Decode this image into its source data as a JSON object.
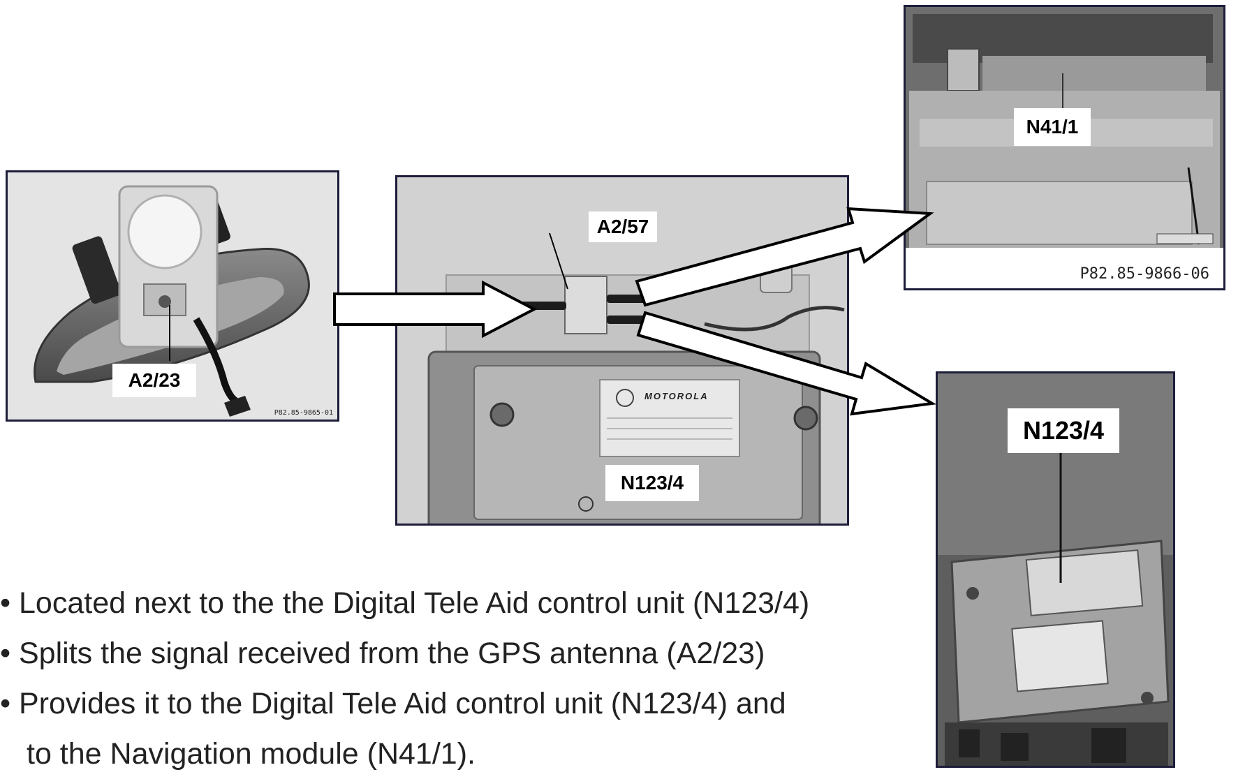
{
  "photos": {
    "mirror": {
      "label": "A2/23",
      "code": "P82.85-9865-01"
    },
    "splitter": {
      "labels": {
        "top": "A2/57",
        "bottom": "N123/4"
      },
      "brand": "MOTOROLA"
    },
    "nav": {
      "label": "N41/1",
      "code": "P82.85-9866-06"
    },
    "telematics": {
      "label": "N123/4"
    }
  },
  "bullets": [
    "• Located next to the the Digital Tele Aid control unit (N123/4)",
    "• Splits the signal received from the GPS antenna (A2/23)",
    "• Provides it to the Digital Tele Aid control unit (N123/4) and",
    "to the Navigation module (N41/1)."
  ]
}
